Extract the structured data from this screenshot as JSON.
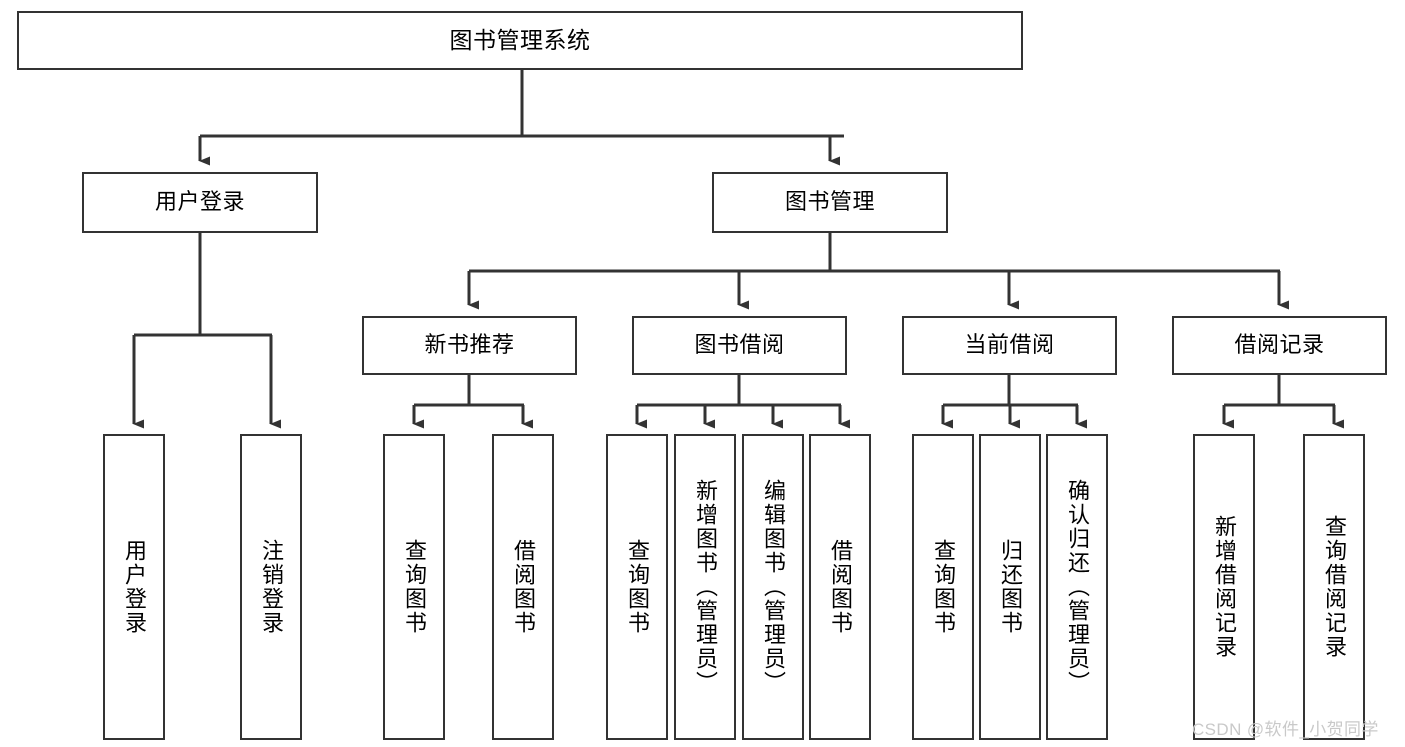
{
  "diagram": {
    "title": "图书管理系统",
    "type": "tree-hierarchy-chart",
    "orientation": "top-down",
    "colors": {
      "node_border": "#333333",
      "node_fill": "#ffffff",
      "edge": "#333333",
      "text": "#000000",
      "watermark": "#c9c9c9",
      "background": "#ffffff"
    }
  },
  "nodes": {
    "root": {
      "label": "图书管理系统",
      "level": 0
    },
    "level1": [
      {
        "id": "user-login",
        "label": "用户登录",
        "level": 1
      },
      {
        "id": "book-manage",
        "label": "图书管理",
        "level": 1
      }
    ],
    "level2": [
      {
        "id": "new-book-recommend",
        "label": "新书推荐",
        "level": 2,
        "parent": "book-manage"
      },
      {
        "id": "book-borrow",
        "label": "图书借阅",
        "level": 2,
        "parent": "book-manage"
      },
      {
        "id": "current-borrow",
        "label": "当前借阅",
        "level": 2,
        "parent": "book-manage"
      },
      {
        "id": "borrow-record",
        "label": "借阅记录",
        "level": 2,
        "parent": "book-manage"
      }
    ],
    "leaves": [
      {
        "id": "leaf-user-login",
        "label": "用户登录",
        "parent": "user-login"
      },
      {
        "id": "leaf-logout-login",
        "label": "注销登录",
        "parent": "user-login"
      },
      {
        "id": "leaf-query-book-1",
        "label": "查询图书",
        "parent": "new-book-recommend"
      },
      {
        "id": "leaf-borrow-book-1",
        "label": "借阅图书",
        "parent": "new-book-recommend"
      },
      {
        "id": "leaf-query-book-2",
        "label": "查询图书",
        "parent": "book-borrow"
      },
      {
        "id": "leaf-add-book",
        "label": "新增图书（管理员）",
        "parent": "book-borrow"
      },
      {
        "id": "leaf-edit-book",
        "label": "编辑图书（管理员）",
        "parent": "book-borrow"
      },
      {
        "id": "leaf-borrow-book-2",
        "label": "借阅图书",
        "parent": "book-borrow"
      },
      {
        "id": "leaf-query-book-3",
        "label": "查询图书",
        "parent": "current-borrow"
      },
      {
        "id": "leaf-return-book",
        "label": "归还图书",
        "parent": "current-borrow"
      },
      {
        "id": "leaf-confirm-return",
        "label": "确认归还（管理员）",
        "parent": "current-borrow"
      },
      {
        "id": "leaf-add-record",
        "label": "新增借阅记录",
        "parent": "borrow-record"
      },
      {
        "id": "leaf-query-record",
        "label": "查询借阅记录",
        "parent": "borrow-record"
      }
    ]
  },
  "watermark": {
    "text": "CSDN @软件_小贺同学"
  }
}
